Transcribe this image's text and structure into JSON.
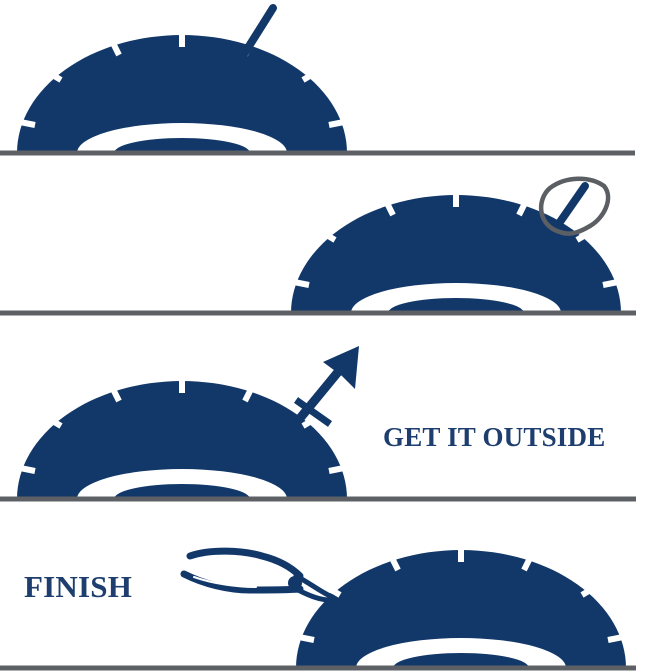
{
  "colors": {
    "tire": "#12386a",
    "ground": "#5d6166",
    "tread": "#ffffff",
    "outline": "#5b5f63",
    "label": "#1d3e6e"
  },
  "panels": [
    {
      "step": 1,
      "icon": "nail-in-tire-icon",
      "text": ""
    },
    {
      "step": 2,
      "icon": "circle-around-nail-icon",
      "text": ""
    },
    {
      "step": 3,
      "icon": "arrow-out-of-tire-icon",
      "text": "GET IT OUTSIDE"
    },
    {
      "step": 4,
      "icon": "pliers-icon",
      "text": "FINISH"
    }
  ]
}
